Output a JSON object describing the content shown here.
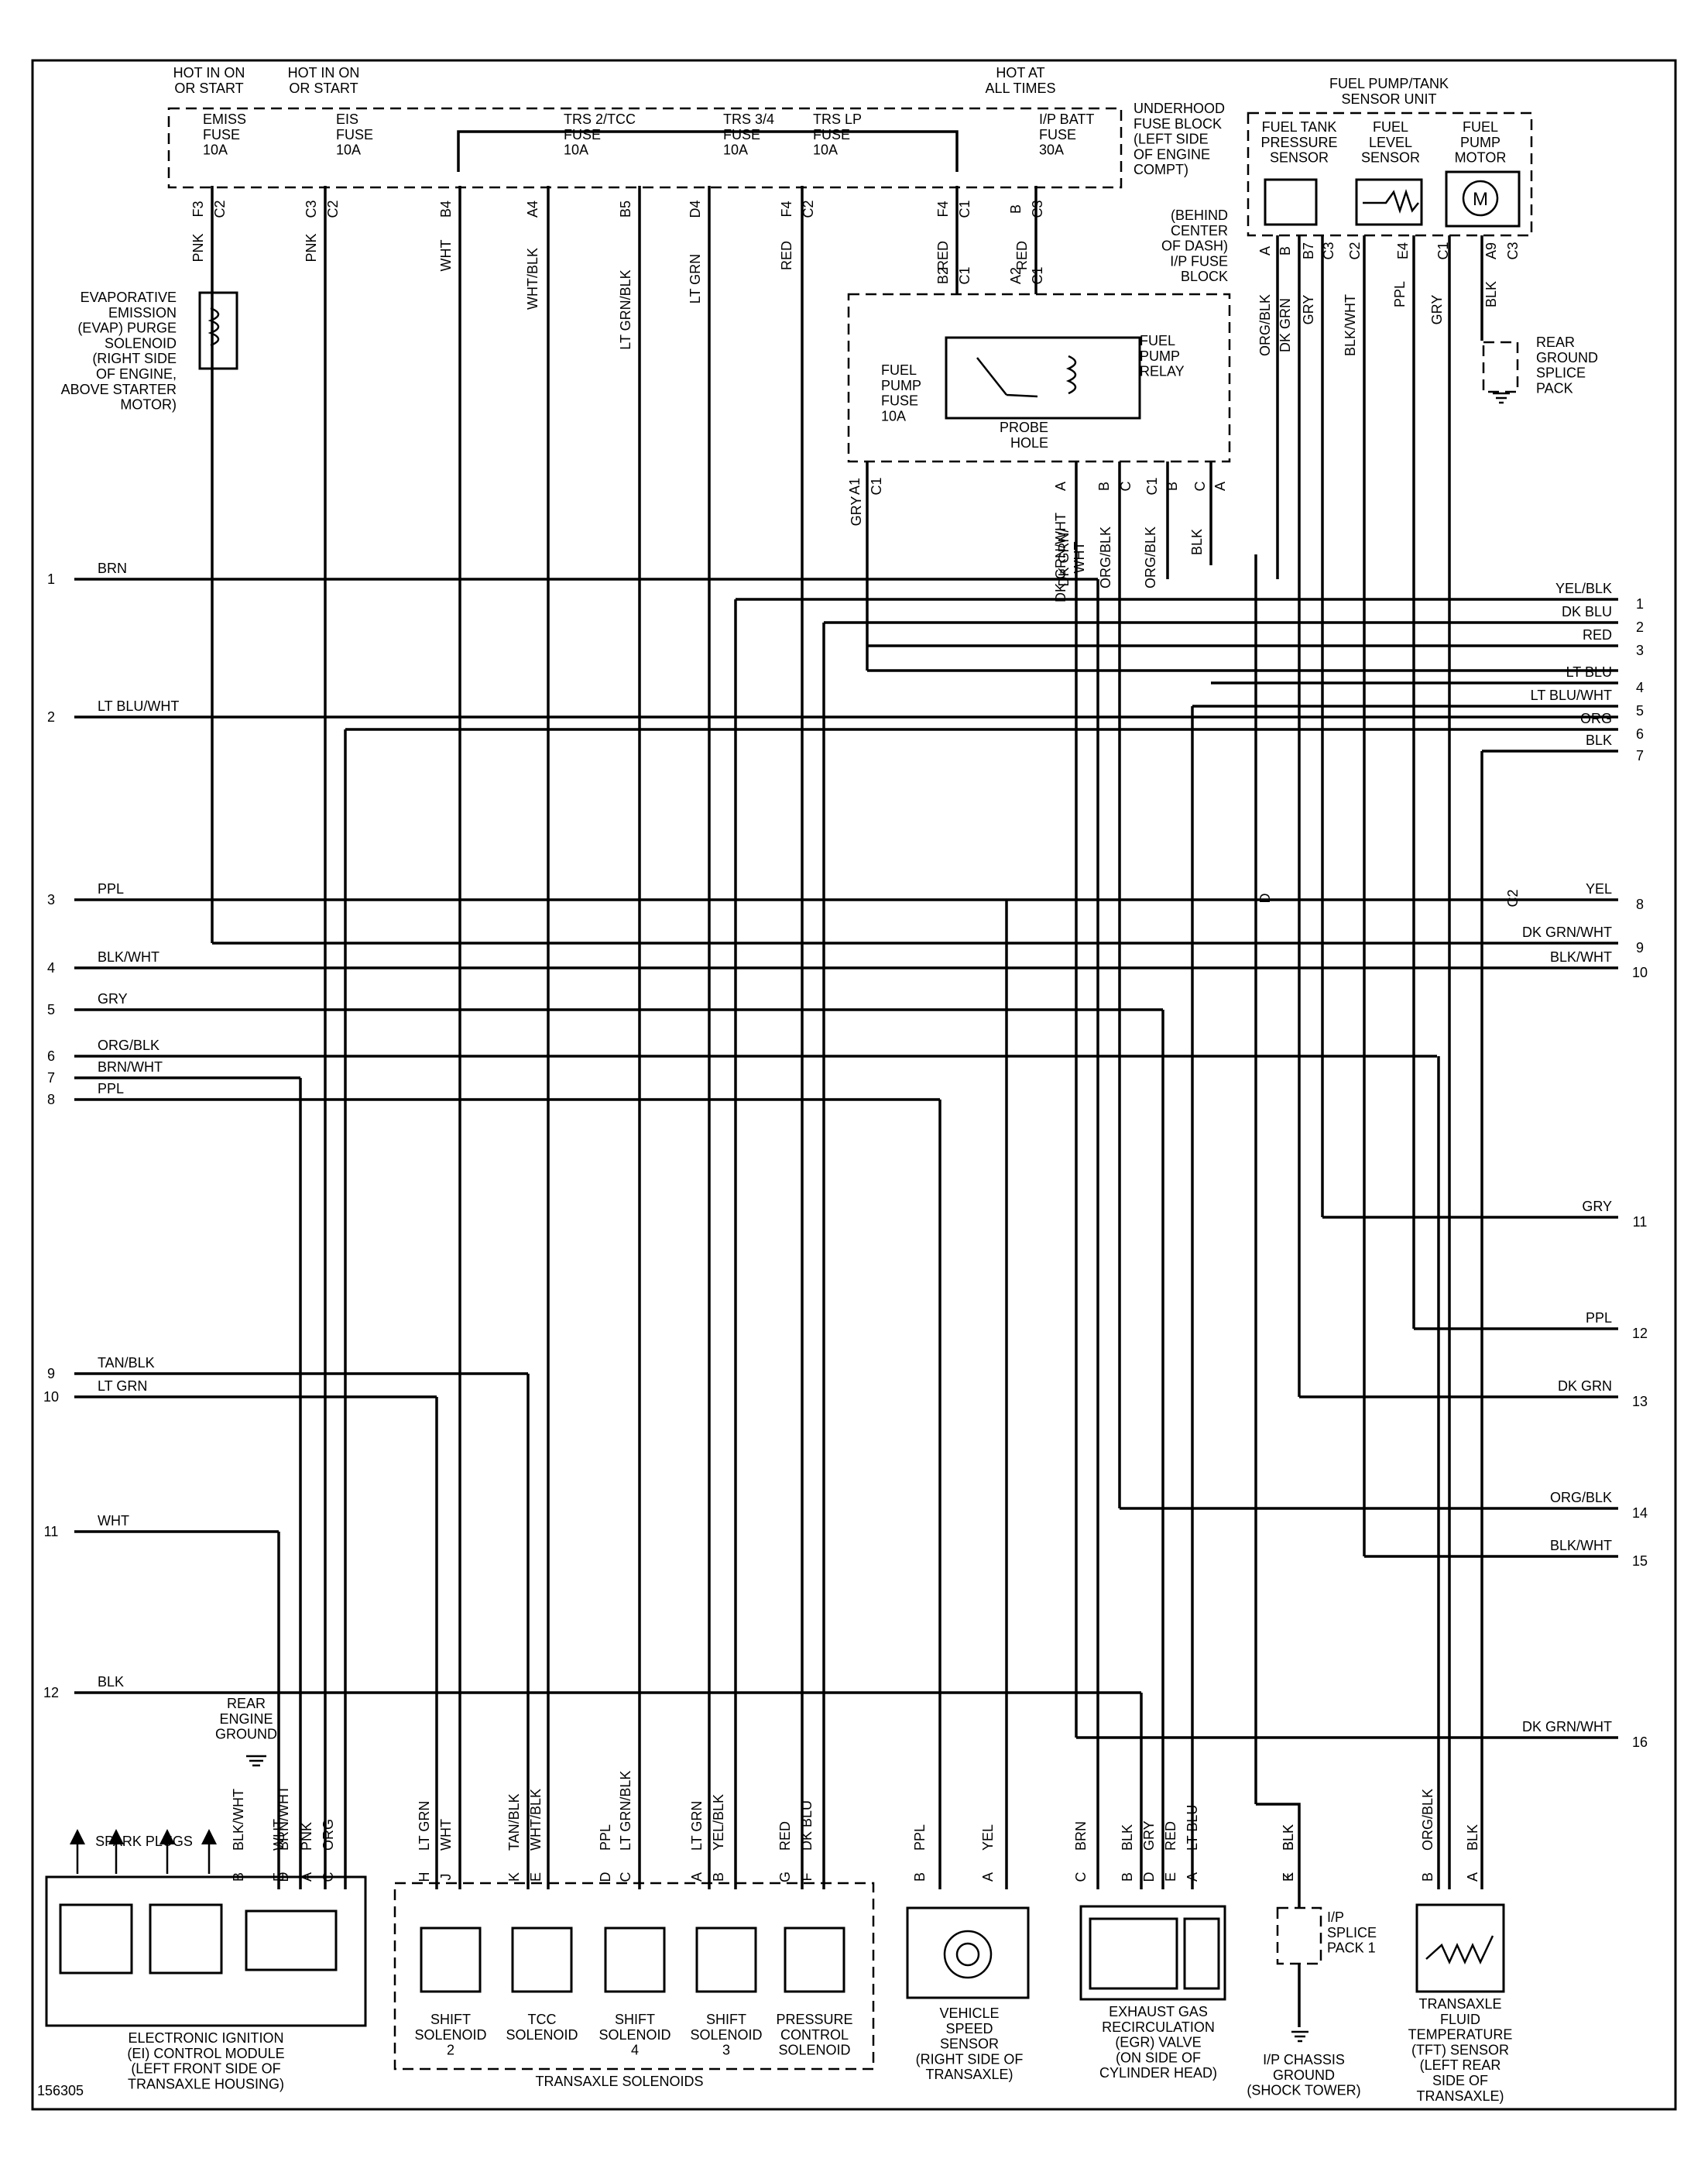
{
  "figure_id": "156305",
  "power_headers": {
    "hot_run_1": "HOT IN ON\nOR START",
    "hot_run_2": "HOT IN ON\nOR START",
    "hot_all": "HOT AT\nALL TIMES"
  },
  "fuse_block": {
    "label": "UNDERHOOD\nFUSE BLOCK\n(LEFT SIDE\nOF ENGINE\nCOMPT)",
    "fuses": [
      "EMISS\nFUSE\n10A",
      "EIS\nFUSE\n10A",
      "TRS 2/TCC\nFUSE\n10A",
      "TRS 3/4\nFUSE\n10A",
      "TRS LP\nFUSE\n10A",
      "I/P BATT\nFUSE\n30A"
    ]
  },
  "ip_fuse_block": {
    "label": "(BEHIND\nCENTER\nOF DASH)\nI/P FUSE\nBLOCK",
    "fuel_pump_fuse": "FUEL\nPUMP\nFUSE\n10A",
    "relay": "FUEL\nPUMP\nRELAY",
    "probe": "PROBE\nHOLE"
  },
  "fuel_unit": {
    "title": "FUEL PUMP/TANK\nSENSOR UNIT",
    "parts": [
      "FUEL TANK\nPRESSURE\nSENSOR",
      "FUEL\nLEVEL\nSENSOR",
      "FUEL\nPUMP\nMOTOR"
    ]
  },
  "components": {
    "evap": "EVAPORATIVE\nEMISSION\n(EVAP) PURGE\nSOLENOID\n(RIGHT SIDE\nOF ENGINE,\nABOVE STARTER\nMOTOR)",
    "rear_ground": "REAR\nGROUND\nSPLICE\nPACK",
    "rear_engine_ground": "REAR\nENGINE\nGROUND",
    "spark_plugs": "SPARK PLUGS",
    "ei_module": "ELECTRONIC IGNITION\n(EI) CONTROL MODULE\n(LEFT FRONT SIDE OF\nTRANSAXLE HOUSING)",
    "solenoids": [
      "SHIFT\nSOLENOID\n2",
      "TCC\nSOLENOID",
      "SHIFT\nSOLENOID\n4",
      "SHIFT\nSOLENOID\n3",
      "PRESSURE\nCONTROL\nSOLENOID"
    ],
    "transaxle_solenoids": "TRANSAXLE SOLENOIDS",
    "vss": "VEHICLE\nSPEED\nSENSOR\n(RIGHT SIDE OF\nTRANSAXLE)",
    "egr": "EXHAUST GAS\nRECIRCULATION\n(EGR) VALVE\n(ON SIDE OF\nCYLINDER HEAD)",
    "ip_splice": "I/P\nSPLICE\nPACK 1",
    "ip_ground": "I/P CHASSIS\nGROUND\n(SHOCK TOWER)",
    "tft": "TRANSAXLE\nFLUID\nTEMPERATURE\n(TFT) SENSOR\n(LEFT REAR\nSIDE OF\nTRANSAXLE)"
  },
  "left_wires": [
    {
      "num": "1",
      "color": "BRN"
    },
    {
      "num": "2",
      "color": "LT BLU/WHT"
    },
    {
      "num": "3",
      "color": "PPL"
    },
    {
      "num": "4",
      "color": "BLK/WHT"
    },
    {
      "num": "5",
      "color": "GRY"
    },
    {
      "num": "6",
      "color": "ORG/BLK"
    },
    {
      "num": "7",
      "color": "BRN/WHT"
    },
    {
      "num": "8",
      "color": "PPL"
    },
    {
      "num": "9",
      "color": "TAN/BLK"
    },
    {
      "num": "10",
      "color": "LT GRN"
    },
    {
      "num": "11",
      "color": "WHT"
    },
    {
      "num": "12",
      "color": "BLK"
    }
  ],
  "right_wires": [
    {
      "num": "1",
      "color": "YEL/BLK"
    },
    {
      "num": "2",
      "color": "DK BLU"
    },
    {
      "num": "3",
      "color": "RED"
    },
    {
      "num": "4",
      "color": "LT BLU"
    },
    {
      "num": "5",
      "color": "LT BLU/WHT"
    },
    {
      "num": "6",
      "color": "ORG"
    },
    {
      "num": "7",
      "color": "BLK"
    },
    {
      "num": "8",
      "color": "YEL"
    },
    {
      "num": "9",
      "color": "DK GRN/WHT"
    },
    {
      "num": "10",
      "color": "BLK/WHT"
    },
    {
      "num": "11",
      "color": "GRY"
    },
    {
      "num": "12",
      "color": "PPL"
    },
    {
      "num": "13",
      "color": "DK GRN"
    },
    {
      "num": "14",
      "color": "ORG/BLK"
    },
    {
      "num": "15",
      "color": "BLK/WHT"
    },
    {
      "num": "16",
      "color": "DK GRN/WHT"
    }
  ],
  "wire_colors_top": [
    "PNK",
    "PNK",
    "WHT",
    "WHT/BLK",
    "LT GRN/BLK",
    "LT GRN",
    "RED",
    "RED",
    "RED",
    "DK GRN/WHT",
    "GRY",
    "DK GRN/\nWHT",
    "ORG/BLK",
    "ORG/BLK",
    "BLK",
    "ORG/BLK",
    "DK GRN",
    "GRY",
    "BLK/WHT",
    "PPL",
    "GRY",
    "BLK"
  ],
  "pins_top": [
    "F3",
    "C2",
    "C3",
    "C2",
    "B4",
    "A4",
    "B5",
    "D4",
    "F4",
    "C2",
    "F4",
    "C1",
    "B",
    "C3",
    "B2",
    "C1",
    "A2",
    "C1",
    "A",
    "B",
    "B7",
    "C3",
    "C2",
    "E4",
    "C1",
    "A9",
    "C3",
    "A1",
    "C1",
    "A",
    "B",
    "C",
    "C1",
    "B",
    "C",
    "A",
    "D",
    "C2"
  ],
  "pins_bottom": [
    "B",
    "E",
    "D",
    "A",
    "C",
    "H",
    "J",
    "K",
    "E",
    "D",
    "C",
    "A",
    "B",
    "G",
    "F",
    "B",
    "A",
    "C",
    "B",
    "D",
    "E",
    "A",
    "K",
    "E",
    "B",
    "A"
  ],
  "wire_colors_bottom": [
    "BLK/WHT",
    "WHT",
    "BRN/WHT",
    "PNK",
    "ORG",
    "LT GRN",
    "WHT",
    "TAN/BLK",
    "WHT/BLK",
    "PPL",
    "LT GRN/BLK",
    "LT GRN",
    "YEL/BLK",
    "RED",
    "DK BLU",
    "PPL",
    "YEL",
    "BRN",
    "BLK",
    "GRY",
    "RED",
    "LT BLU",
    "BLK",
    "BLK",
    "ORG/BLK",
    "BLK"
  ]
}
